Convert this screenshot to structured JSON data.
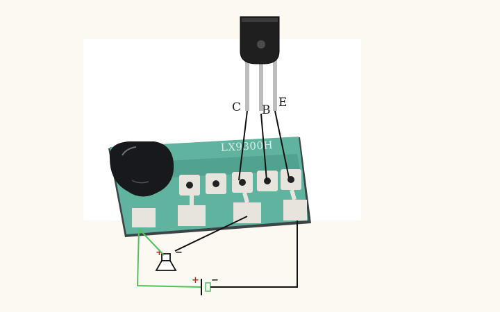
{
  "pcb": {
    "silkscreen_label": "LX9300H"
  },
  "transistor": {
    "pins": [
      {
        "id": "collector",
        "label": "C"
      },
      {
        "id": "base",
        "label": "B"
      },
      {
        "id": "emitter",
        "label": "E"
      }
    ]
  },
  "speaker": {
    "plus_sign": "+",
    "minus_sign": "−"
  },
  "battery": {
    "plus_sign": "+",
    "minus_sign": "−"
  },
  "colors": {
    "page_background": "#fcf8f2",
    "pcb_green": "#5fb39f",
    "pcb_dark": "#3c4446",
    "copper_pad": "#e7e4de",
    "epoxy_blob": "#17191c",
    "wire_green": "#4fc25a",
    "wire_black": "#111111",
    "plus_red": "#d81e1e"
  }
}
